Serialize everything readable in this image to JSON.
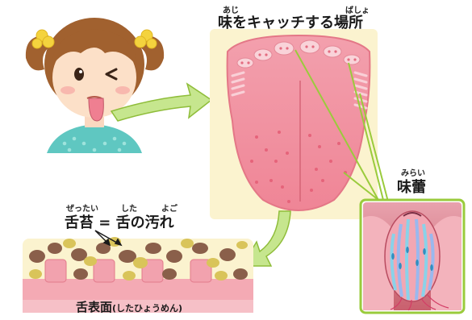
{
  "title": {
    "ruby_aji": "あじ",
    "ruby_basho": "ばしょ",
    "text": "味をキャッチする場所"
  },
  "taste_bud": {
    "ruby": "みらい",
    "label": "味蕾"
  },
  "tongue_coating": {
    "ruby_zettai": "ぜったい",
    "ruby_shita": "した",
    "ruby_yogo": "よご",
    "label": "舌苔 = 舌の汚れ"
  },
  "tongue_surface": {
    "label_main": "舌表面",
    "label_sub": "(したひょうめん)"
  },
  "colors": {
    "tongue_pink": "#f08a9a",
    "tongue_light": "#f6b5bf",
    "panel_cream": "#fbf3cf",
    "arrow_green": "#b9dc7a",
    "budding_green": "#9acb3c",
    "gum_pink": "#f3a3ae",
    "mustard": "#d9c45a",
    "brown": "#8a5f4a"
  }
}
